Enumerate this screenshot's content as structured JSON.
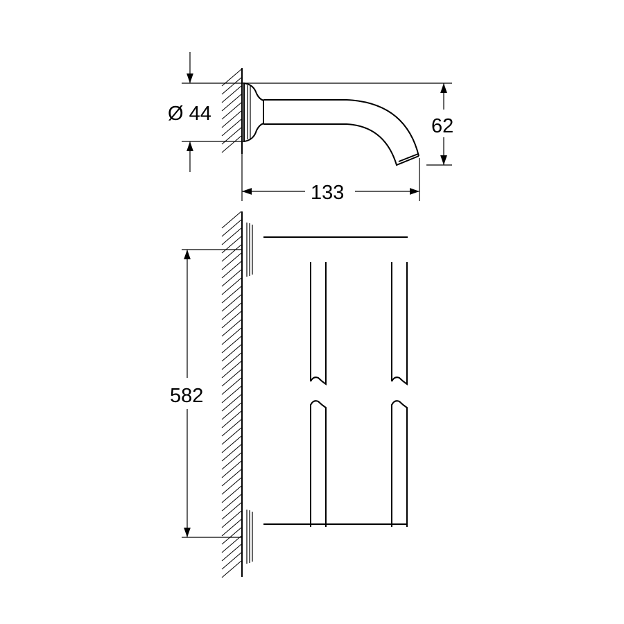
{
  "dimensions": {
    "diameter": "Ø 44",
    "height": "62",
    "projection": "133",
    "length": "582"
  },
  "colors": {
    "line": "#000000",
    "background": "#ffffff"
  }
}
